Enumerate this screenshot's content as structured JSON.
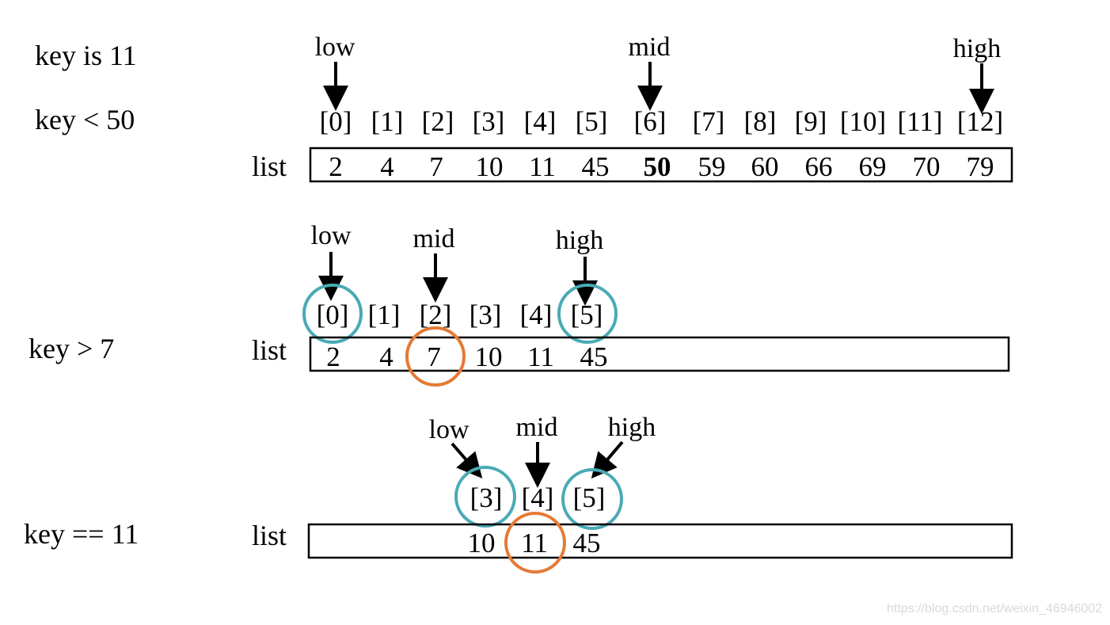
{
  "colors": {
    "ink": "#000000",
    "bound_circle": "#4aaab5",
    "mid_circle": "#e57a35",
    "watermark": "#d9d9d9"
  },
  "list_label": "list",
  "watermark": "https://blog.csdn.net/weixin_46946002",
  "steps": [
    {
      "notes": [
        "key  is 11",
        "key  < 50"
      ],
      "indices": [
        "[0]",
        "[1]",
        "[2]",
        "[3]",
        "[4]",
        "[5]",
        "[6]",
        "[7]",
        "[8]",
        "[9]",
        "[10]",
        "[11]",
        "[12]"
      ],
      "values": [
        "2",
        "4",
        "7",
        "10",
        "11",
        "45",
        "50",
        "59",
        "60",
        "66",
        "69",
        "70",
        "79"
      ],
      "bold_value": "50",
      "pointers": {
        "low": "low",
        "mid": "mid",
        "high": "high"
      },
      "circled_bounds": [],
      "circled_mid_value": ""
    },
    {
      "notes": [
        "key  > 7"
      ],
      "indices": [
        "[0]",
        "[1]",
        "[2]",
        "[3]",
        "[4]",
        "[5]"
      ],
      "values": [
        "2",
        "4",
        "7",
        "10",
        "11",
        "45"
      ],
      "bold_value": "",
      "pointers": {
        "low": "low",
        "mid": "mid",
        "high": "high"
      },
      "circled_bounds": [
        "[0]",
        "[5]"
      ],
      "circled_mid_value": "7"
    },
    {
      "notes": [
        "key ==  11"
      ],
      "indices": [
        "[3]",
        "[4]",
        "[5]"
      ],
      "values": [
        "10",
        "11",
        "45"
      ],
      "bold_value": "",
      "pointers": {
        "low": "low",
        "mid": "mid",
        "high": "high"
      },
      "circled_bounds": [
        "[3]",
        "[5]"
      ],
      "circled_mid_value": "11"
    }
  ]
}
